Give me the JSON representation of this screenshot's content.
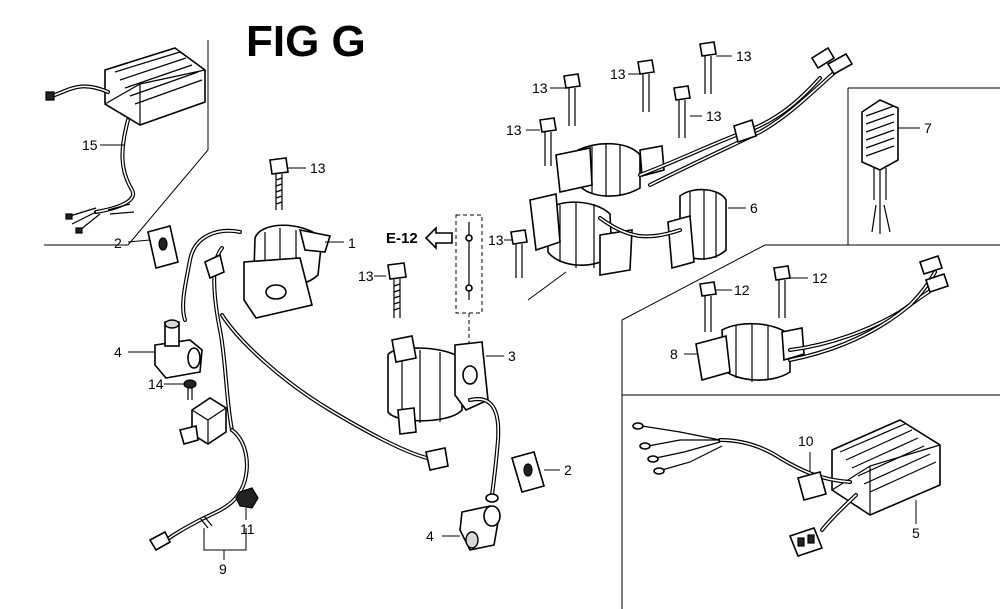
{
  "figure": {
    "title": "FIG G",
    "reference": "E-12"
  },
  "callouts": [
    {
      "id": "c1",
      "label": "1"
    },
    {
      "id": "c2a",
      "label": "2"
    },
    {
      "id": "c2b",
      "label": "2"
    },
    {
      "id": "c3",
      "label": "3"
    },
    {
      "id": "c4a",
      "label": "4"
    },
    {
      "id": "c4b",
      "label": "4"
    },
    {
      "id": "c5",
      "label": "5"
    },
    {
      "id": "c6",
      "label": "6"
    },
    {
      "id": "c7",
      "label": "7"
    },
    {
      "id": "c8",
      "label": "8"
    },
    {
      "id": "c9",
      "label": "9"
    },
    {
      "id": "c10",
      "label": "10"
    },
    {
      "id": "c11",
      "label": "11"
    },
    {
      "id": "c12a",
      "label": "12"
    },
    {
      "id": "c12b",
      "label": "12"
    },
    {
      "id": "c13a",
      "label": "13"
    },
    {
      "id": "c13b",
      "label": "13"
    },
    {
      "id": "c13c",
      "label": "13"
    },
    {
      "id": "c13d",
      "label": "13"
    },
    {
      "id": "c13e",
      "label": "13"
    },
    {
      "id": "c13f",
      "label": "13"
    },
    {
      "id": "c13g",
      "label": "13"
    },
    {
      "id": "c13h",
      "label": "13"
    },
    {
      "id": "c14",
      "label": "14"
    },
    {
      "id": "c15",
      "label": "15"
    }
  ]
}
